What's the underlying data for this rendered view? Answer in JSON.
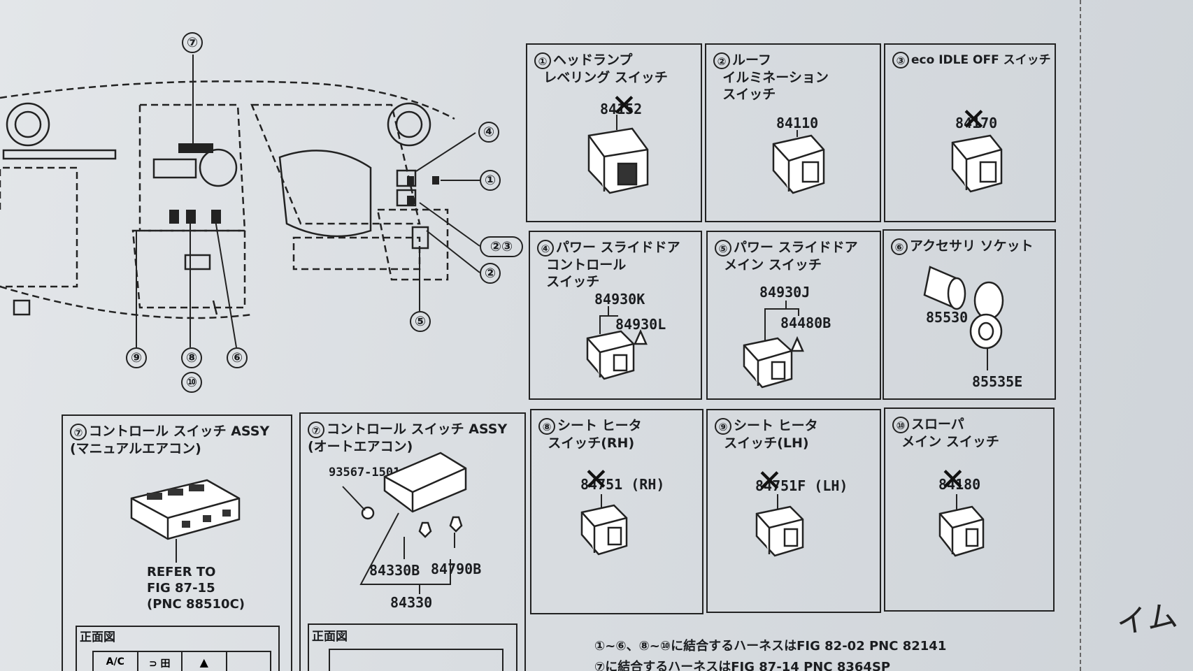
{
  "callouts": {
    "c7_top": "⑦",
    "c4": "④",
    "c1": "①",
    "c23": "②③",
    "c2": "②",
    "c5": "⑤",
    "c9": "⑨",
    "c8": "⑧",
    "c6": "⑥",
    "c10": "⑩"
  },
  "panels": [
    {
      "id": "p1",
      "num": "①",
      "title": "ヘッドランプ\n  レベリング スイッチ",
      "parts": [
        "84152"
      ],
      "discontinued": true
    },
    {
      "id": "p2",
      "num": "②",
      "title": "ルーフ\n  イルミネーション\n  スイッチ",
      "parts": [
        "84110"
      ],
      "discontinued": false
    },
    {
      "id": "p3",
      "num": "③",
      "title": "eco IDLE OFF スイッチ",
      "parts": [
        "84170"
      ],
      "discontinued": true
    },
    {
      "id": "p4",
      "num": "④",
      "title": "パワー スライドドア\n  コントロール\n  スイッチ",
      "parts": [
        "84930K",
        "84930L"
      ],
      "discontinued": false
    },
    {
      "id": "p5",
      "num": "⑤",
      "title": "パワー スライドドア\n  メイン スイッチ",
      "parts": [
        "84930J",
        "84480B"
      ],
      "discontinued": false
    },
    {
      "id": "p6",
      "num": "⑥",
      "title": "アクセサリ ソケット",
      "parts": [
        "85530",
        "85535E"
      ],
      "discontinued": false
    },
    {
      "id": "p7a",
      "num": "⑦",
      "title": "コントロール スイッチ ASSY\n(マニュアルエアコン)",
      "parts": [],
      "discontinued": false
    },
    {
      "id": "p7b",
      "num": "⑦",
      "title": "コントロール スイッチ ASSY\n(オートエアコン)",
      "parts": [
        "93567-15014(2)",
        "84330B",
        "84790B",
        "84330"
      ],
      "discontinued": false
    },
    {
      "id": "p8",
      "num": "⑧",
      "title": "シート ヒータ\n  スイッチ(RH)",
      "parts": [
        "84751 (RH)"
      ],
      "discontinued": true
    },
    {
      "id": "p9",
      "num": "⑨",
      "title": "シート ヒータ\n  スイッチ(LH)",
      "parts": [
        "84751F (LH)"
      ],
      "discontinued": true
    },
    {
      "id": "p10",
      "num": "⑩",
      "title": "スローパ\n  メイン スイッチ",
      "parts": [
        "84180"
      ],
      "discontinued": true
    }
  ],
  "refer_note": "REFER TO\nFIG 87-15\n(PNC 88510C)",
  "front_view_label": "正面図",
  "panel7a_buttons": [
    "A/C",
    "⊃ 田",
    "▲"
  ],
  "footer_line1": "①~⑥、⑧~⑩に結合するハーネスはFIG 82-02 PNC 82141",
  "footer_line2": "⑦に結合するハーネスはFIG 87-14 PNC 8364SP",
  "handwriting": "イム"
}
